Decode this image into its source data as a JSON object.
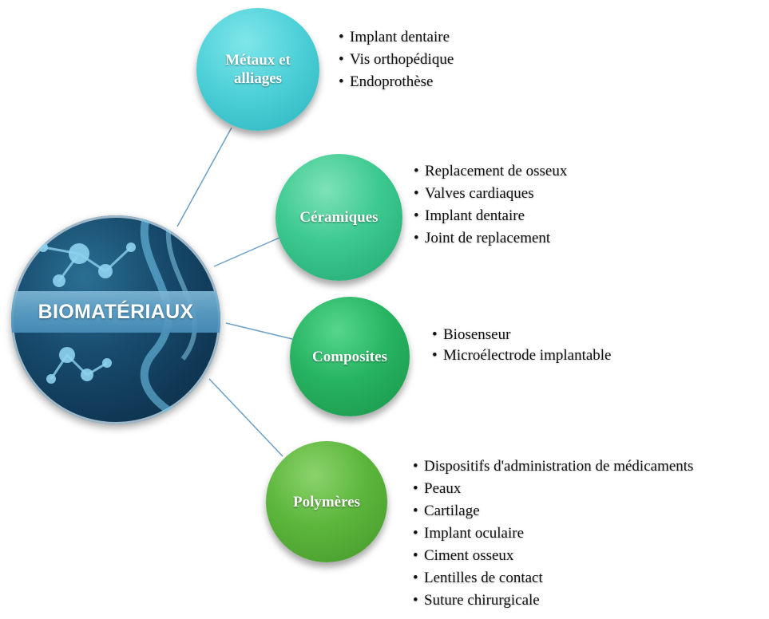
{
  "hub": {
    "title": "BIOMATÉRIAUX"
  },
  "categories": [
    {
      "label_line1": "Métaux et",
      "label_line2": "alliages",
      "items": [
        "Implant dentaire",
        "Vis orthopédique",
        "Endoprothèse"
      ]
    },
    {
      "label": "Céramiques",
      "items": [
        "Replacement de osseux",
        "Valves cardiaques",
        "Implant dentaire",
        "Joint de replacement"
      ]
    },
    {
      "label": "Composites",
      "items": [
        "Biosenseur",
        "Microélectrode implantable"
      ]
    },
    {
      "label": "Polymères",
      "items": [
        "Dispositifs d'administration de médicaments",
        "Peaux",
        "Cartilage",
        "Implant oculaire",
        "Ciment osseux",
        "Lentilles de contact",
        "Suture chirurgicale"
      ]
    }
  ],
  "colors": {
    "metaux": "#4fd1d8",
    "ceramiques": "#3cc98f",
    "composites": "#27b462",
    "polymeres": "#5cb63c",
    "connector": "#6a9fc7"
  }
}
